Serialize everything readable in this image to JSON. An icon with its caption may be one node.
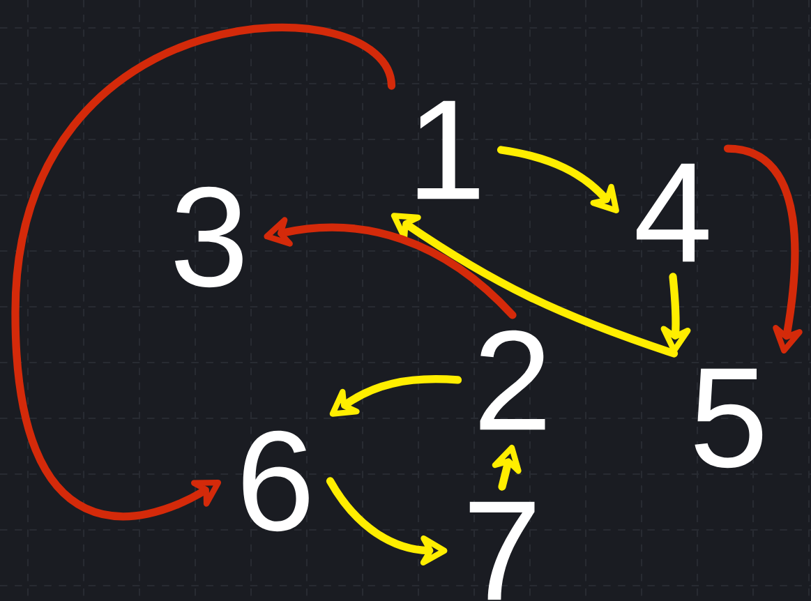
{
  "diagram": {
    "nodes": [
      {
        "text": [
          "1"
        ]
      },
      {
        "text": [
          "3"
        ]
      },
      {
        "text": [
          "4"
        ]
      },
      {
        "text": [
          "2"
        ]
      },
      {
        "text": [
          "5"
        ]
      },
      {
        "text": [
          "6"
        ]
      },
      {
        "text": [
          "7"
        ]
      }
    ],
    "edges": [
      {
        "from": 0,
        "to": 2,
        "arrow": "to"
      },
      {
        "from": 2,
        "to": 4,
        "arrow": "to"
      },
      {
        "from": 2,
        "to": 4,
        "arrow": "to",
        "color": "#d42a0a"
      },
      {
        "from": 4,
        "to": 0,
        "arrow": "to"
      },
      {
        "from": 3,
        "to": 1,
        "arrow": "to",
        "color": "#d42a0a"
      },
      {
        "from": 3,
        "to": 5,
        "arrow": "to"
      },
      {
        "from": 5,
        "to": 6,
        "arrow": "to"
      },
      {
        "from": 6,
        "to": 3,
        "arrow": "to"
      },
      {
        "from": 0,
        "to": 5,
        "arrow": "to",
        "color": "#d42a0a"
      }
    ]
  }
}
